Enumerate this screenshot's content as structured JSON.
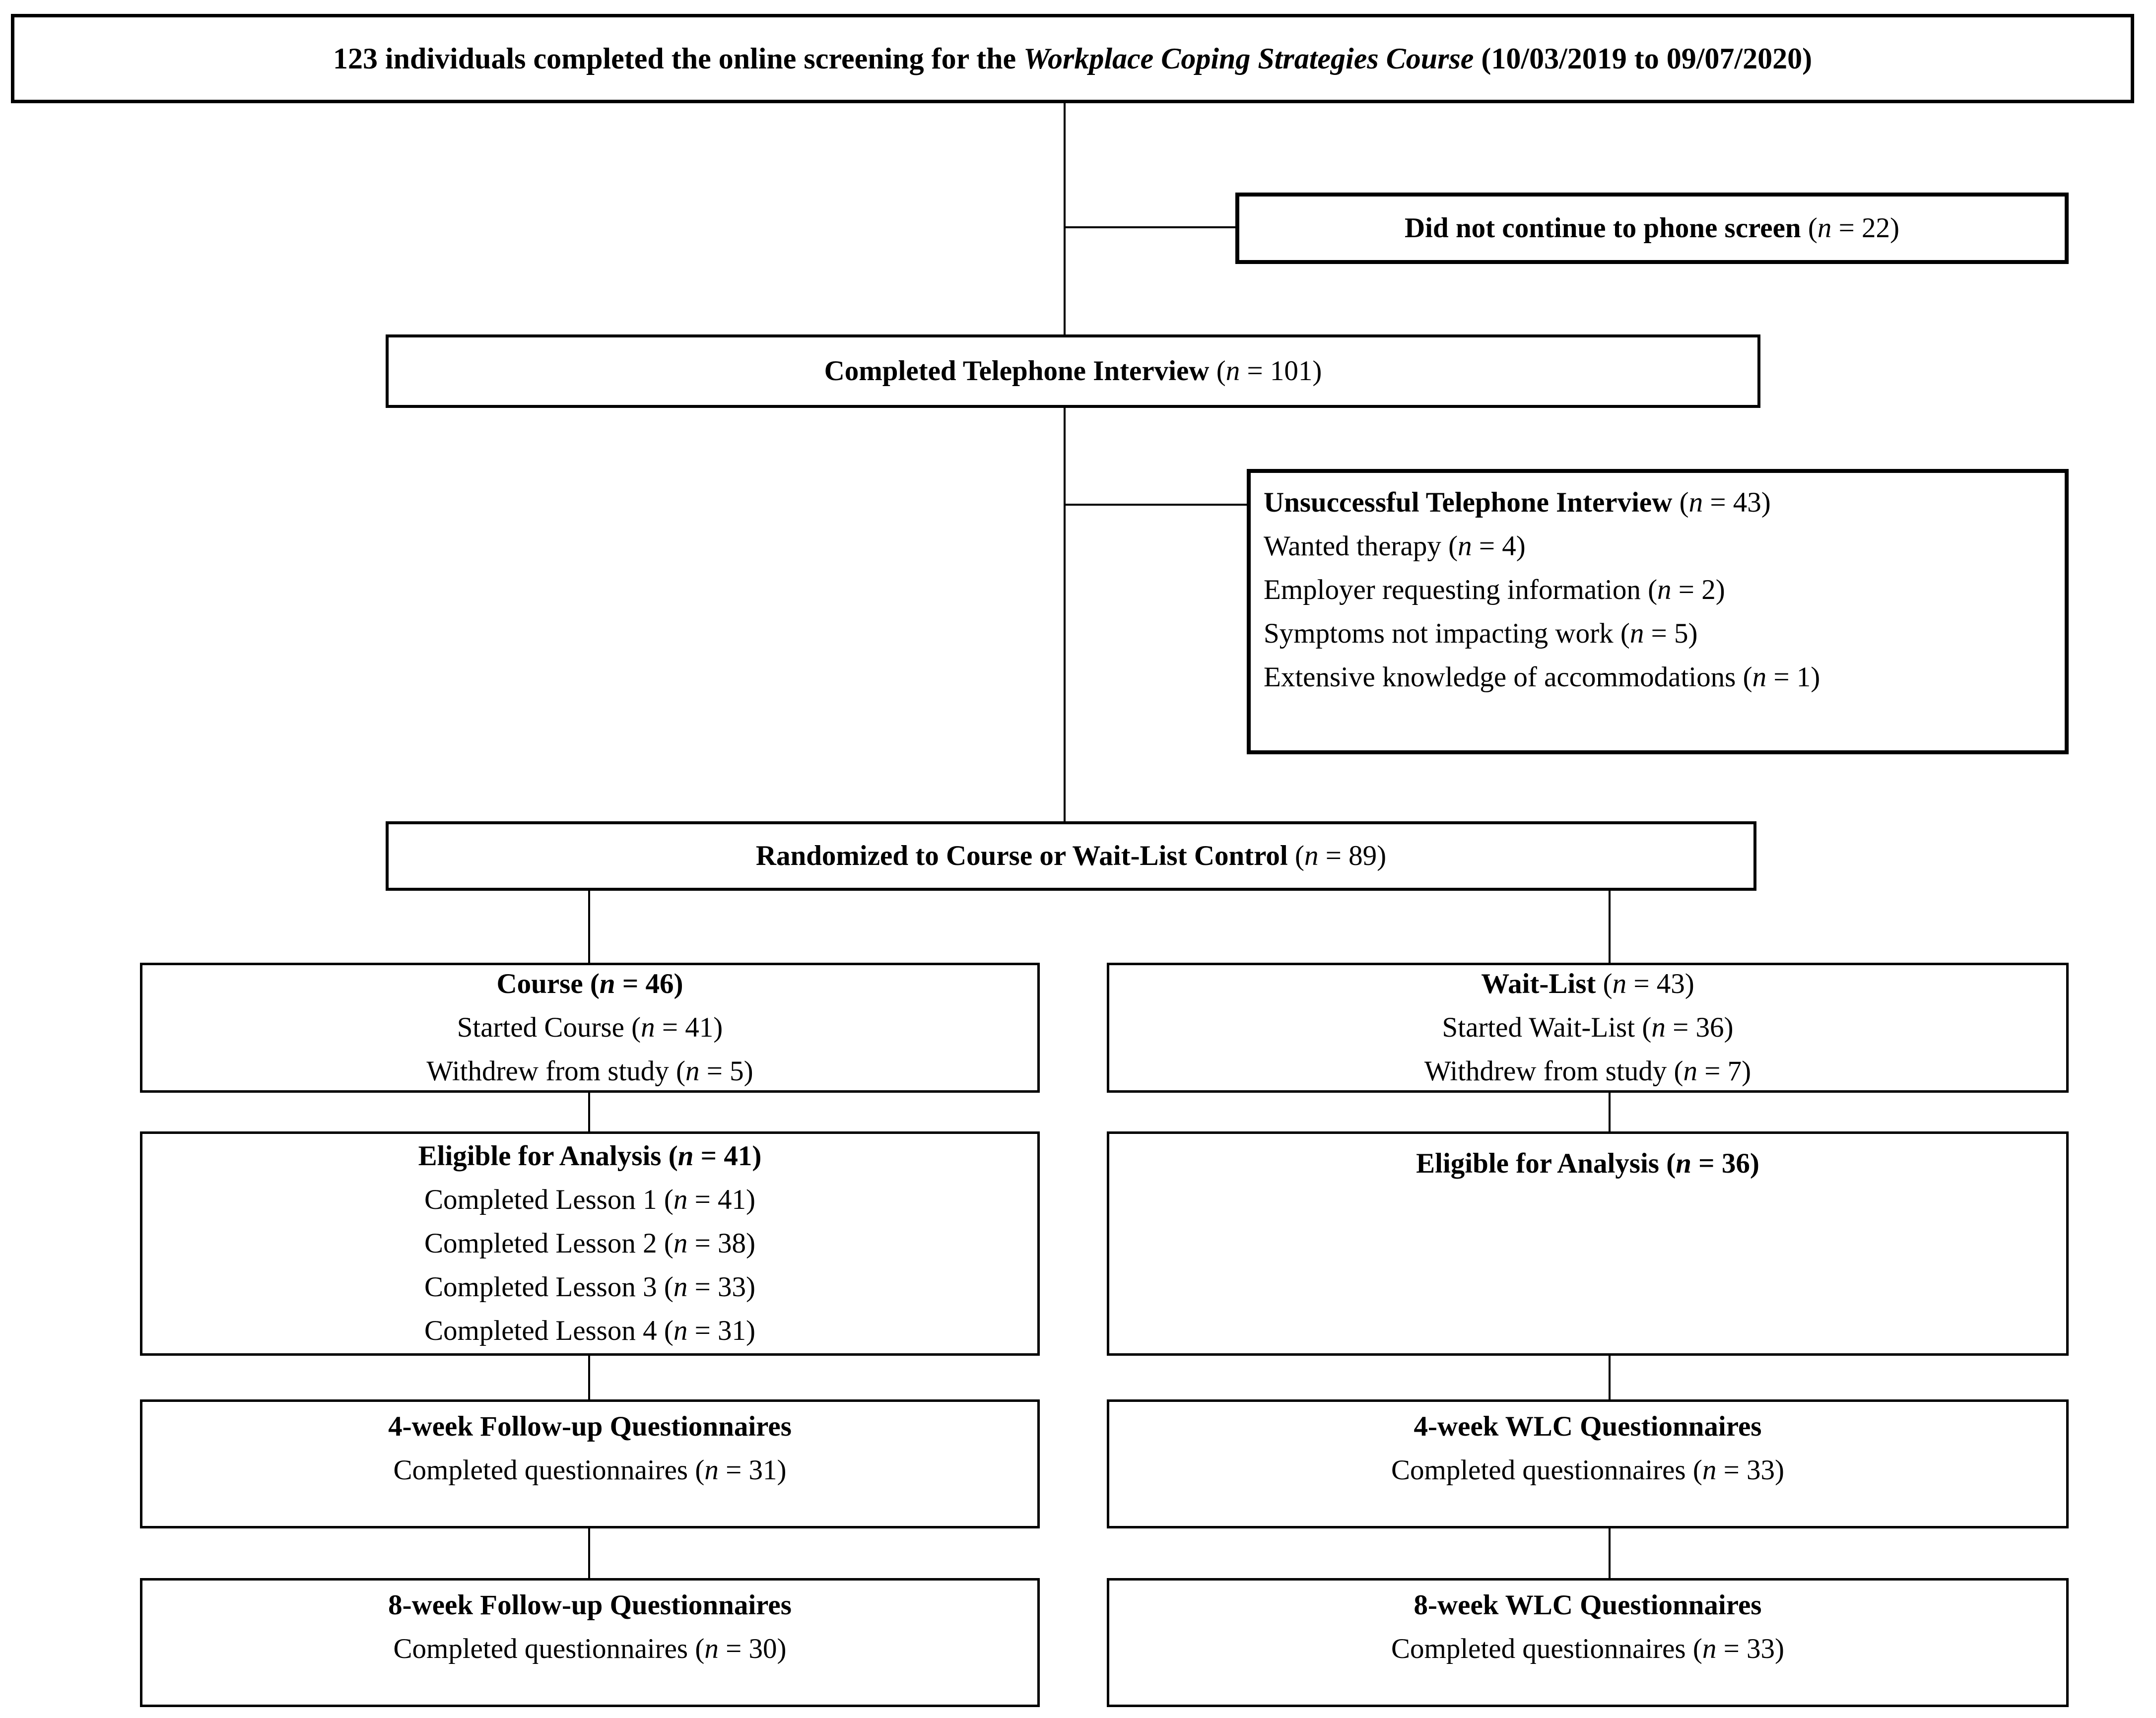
{
  "diagram": {
    "type": "participant-flow-diagram",
    "colors": {
      "background": "#ffffff",
      "border": "#000000",
      "text": "#000000",
      "line": "#000000"
    },
    "boxes": [
      {
        "id": "screening",
        "lines": [
          [
            {
              "t": "123 individuals completed the online screening for the ",
              "b": true
            },
            {
              "t": "Workplace Coping Strategies Course",
              "b": true,
              "i": true
            },
            {
              "t": " (10/03/2019 to 09/07/2020)",
              "b": true
            }
          ]
        ]
      },
      {
        "id": "no-phone",
        "lines": [
          [
            {
              "t": "Did not continue to phone screen ",
              "b": true
            },
            {
              "t": "("
            },
            {
              "t": "n",
              "i": true
            },
            {
              "t": " = 22)"
            }
          ]
        ]
      },
      {
        "id": "phone",
        "lines": [
          [
            {
              "t": "Completed Telephone Interview ",
              "b": true
            },
            {
              "t": "("
            },
            {
              "t": "n",
              "i": true
            },
            {
              "t": " = 101)"
            }
          ]
        ]
      },
      {
        "id": "unsuccessful",
        "lines": [
          [
            {
              "t": "Unsuccessful Telephone Interview ",
              "b": true
            },
            {
              "t": "("
            },
            {
              "t": "n",
              "i": true
            },
            {
              "t": " = 43)"
            }
          ],
          [
            {
              "t": "Wanted therapy ("
            },
            {
              "t": "n",
              "i": true
            },
            {
              "t": " = 4)"
            }
          ],
          [
            {
              "t": "Employer requesting information ("
            },
            {
              "t": "n",
              "i": true
            },
            {
              "t": " = 2)"
            }
          ],
          [
            {
              "t": "Symptoms not impacting work ("
            },
            {
              "t": "n",
              "i": true
            },
            {
              "t": " = 5)"
            }
          ],
          [
            {
              "t": "Extensive knowledge of accommodations ("
            },
            {
              "t": "n",
              "i": true
            },
            {
              "t": " = 1)"
            }
          ]
        ]
      },
      {
        "id": "randomized",
        "lines": [
          [
            {
              "t": "Randomized to Course or Wait-List Control ",
              "b": true
            },
            {
              "t": "("
            },
            {
              "t": "n",
              "i": true
            },
            {
              "t": " = 89)"
            }
          ]
        ]
      },
      {
        "id": "course",
        "lines": [
          [
            {
              "t": "Course (",
              "b": true
            },
            {
              "t": "n",
              "b": true,
              "i": true
            },
            {
              "t": " = 46)",
              "b": true
            }
          ],
          [
            {
              "t": "Started Course ("
            },
            {
              "t": "n",
              "i": true
            },
            {
              "t": " = 41)"
            }
          ],
          [
            {
              "t": "Withdrew from study ("
            },
            {
              "t": "n",
              "i": true
            },
            {
              "t": " = 5)"
            }
          ]
        ]
      },
      {
        "id": "waitlist",
        "lines": [
          [
            {
              "t": "Wait-List ",
              "b": true
            },
            {
              "t": "("
            },
            {
              "t": "n",
              "i": true
            },
            {
              "t": " = 43)"
            }
          ],
          [
            {
              "t": "Started Wait-List ("
            },
            {
              "t": "n",
              "i": true
            },
            {
              "t": " = 36)"
            }
          ],
          [
            {
              "t": "Withdrew from study ("
            },
            {
              "t": "n",
              "i": true
            },
            {
              "t": " = 7)"
            }
          ]
        ]
      },
      {
        "id": "eligible-course",
        "lines": [
          [
            {
              "t": "Eligible for Analysis (",
              "b": true
            },
            {
              "t": "n",
              "b": true,
              "i": true
            },
            {
              "t": " = 41)",
              "b": true
            }
          ],
          [
            {
              "t": "Completed Lesson 1 ("
            },
            {
              "t": "n",
              "i": true
            },
            {
              "t": " = 41)"
            }
          ],
          [
            {
              "t": "Completed Lesson 2 ("
            },
            {
              "t": "n",
              "i": true
            },
            {
              "t": " = 38)"
            }
          ],
          [
            {
              "t": "Completed Lesson 3 ("
            },
            {
              "t": "n",
              "i": true
            },
            {
              "t": " = 33)"
            }
          ],
          [
            {
              "t": "Completed Lesson 4 ("
            },
            {
              "t": "n",
              "i": true
            },
            {
              "t": " = 31)"
            }
          ]
        ]
      },
      {
        "id": "eligible-waitlist",
        "lines": [
          [
            {
              "t": "Eligible for Analysis (",
              "b": true
            },
            {
              "t": "n",
              "b": true,
              "i": true
            },
            {
              "t": " = 36)",
              "b": true
            }
          ]
        ]
      },
      {
        "id": "fu4-course",
        "lines": [
          [
            {
              "t": "4-week Follow-up Questionnaires",
              "b": true
            }
          ],
          [
            {
              "t": "Completed questionnaires ("
            },
            {
              "t": "n",
              "i": true
            },
            {
              "t": " = 31)"
            }
          ]
        ]
      },
      {
        "id": "fu4-waitlist",
        "lines": [
          [
            {
              "t": "4-week WLC Questionnaires",
              "b": true
            }
          ],
          [
            {
              "t": "Completed questionnaires ("
            },
            {
              "t": "n",
              "i": true
            },
            {
              "t": " = 33)"
            }
          ]
        ]
      },
      {
        "id": "fu8-course",
        "lines": [
          [
            {
              "t": "8-week Follow-up Questionnaires",
              "b": true
            }
          ],
          [
            {
              "t": "Completed questionnaires ("
            },
            {
              "t": "n",
              "i": true
            },
            {
              "t": " = 30)"
            }
          ]
        ]
      },
      {
        "id": "fu8-waitlist",
        "lines": [
          [
            {
              "t": "8-week WLC Questionnaires",
              "b": true
            }
          ],
          [
            {
              "t": "Completed questionnaires ("
            },
            {
              "t": "n",
              "i": true
            },
            {
              "t": " = 33)"
            }
          ]
        ]
      }
    ],
    "edges": [
      {
        "from": "screening",
        "to": "no-phone"
      },
      {
        "from": "screening",
        "to": "phone"
      },
      {
        "from": "phone",
        "to": "unsuccessful"
      },
      {
        "from": "phone",
        "to": "randomized"
      },
      {
        "from": "randomized",
        "to": "course"
      },
      {
        "from": "randomized",
        "to": "waitlist"
      },
      {
        "from": "course",
        "to": "eligible-course"
      },
      {
        "from": "waitlist",
        "to": "eligible-waitlist"
      },
      {
        "from": "eligible-course",
        "to": "fu4-course"
      },
      {
        "from": "eligible-waitlist",
        "to": "fu4-waitlist"
      },
      {
        "from": "fu4-course",
        "to": "fu8-course"
      },
      {
        "from": "fu4-waitlist",
        "to": "fu8-waitlist"
      }
    ]
  }
}
